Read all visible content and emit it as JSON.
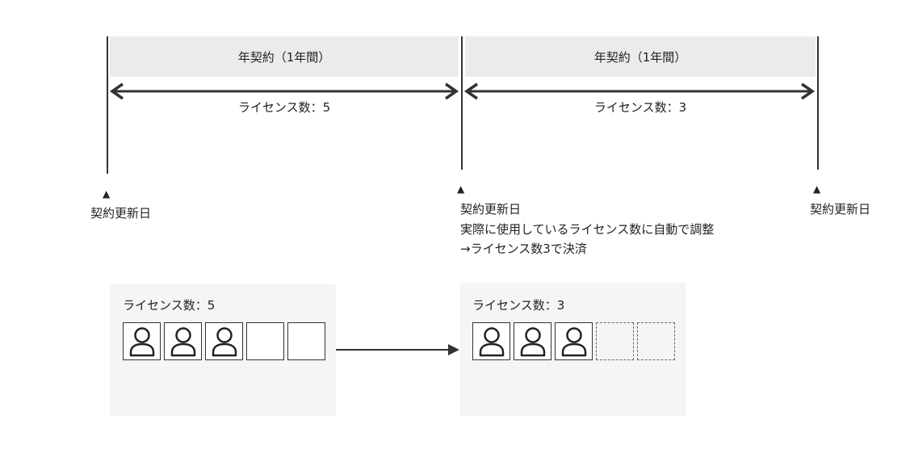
{
  "contracts": [
    {
      "period_label": "年契約（1年間）",
      "license_label": "ライセンス数：5"
    },
    {
      "period_label": "年契約（1年間）",
      "license_label": "ライセンス数：3"
    }
  ],
  "renewal_markers": [
    {
      "marker": "▲",
      "label": "契約更新日"
    },
    {
      "marker": "▲",
      "label": "契約更新日",
      "notes": [
        "実際に使用しているライセンス数に自動で調整",
        "→ライセンス数3で決済"
      ]
    },
    {
      "marker": "▲",
      "label": "契約更新日"
    }
  ],
  "panels": [
    {
      "title": "ライセンス数：5",
      "seats": [
        {
          "occupied": true,
          "dashed": false
        },
        {
          "occupied": true,
          "dashed": false
        },
        {
          "occupied": true,
          "dashed": false
        },
        {
          "occupied": false,
          "dashed": false
        },
        {
          "occupied": false,
          "dashed": false
        }
      ]
    },
    {
      "title": "ライセンス数：3",
      "seats": [
        {
          "occupied": true,
          "dashed": false
        },
        {
          "occupied": true,
          "dashed": false
        },
        {
          "occupied": true,
          "dashed": false
        },
        {
          "occupied": false,
          "dashed": true
        },
        {
          "occupied": false,
          "dashed": true
        }
      ]
    }
  ],
  "icons": {
    "seat_user": "person-icon",
    "renewal_marker": "triangle-up-icon",
    "period_span": "double-arrow-icon",
    "transition": "right-arrow-icon"
  },
  "colors": {
    "period_band": "#ebebeb",
    "panel_background": "#f5f5f5",
    "line": "#333333",
    "text": "#222222"
  }
}
